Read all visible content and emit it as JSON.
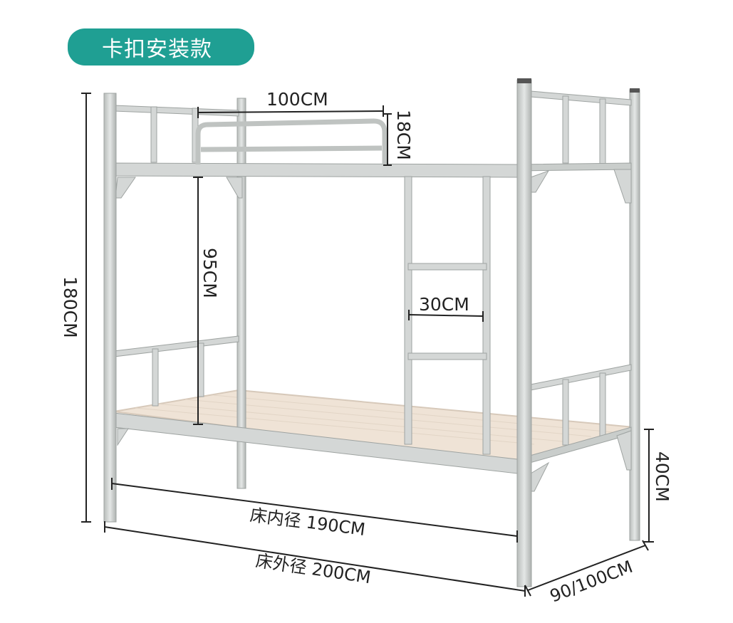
{
  "badge": {
    "label": "卡扣安装款"
  },
  "dimensions": {
    "rail_length": "100CM",
    "rail_height": "18CM",
    "total_height": "180CM",
    "bunk_gap": "95CM",
    "ladder_width": "30CM",
    "bottom_height": "40CM",
    "inner_length": "床内径 190CM",
    "outer_length": "床外径 200CM",
    "bed_width": "90/100CM"
  },
  "colors": {
    "badge": "#1f9f93",
    "frame": "#c9cdcb",
    "frame_edge": "#9ea3a1",
    "board": "#efe3d6"
  }
}
